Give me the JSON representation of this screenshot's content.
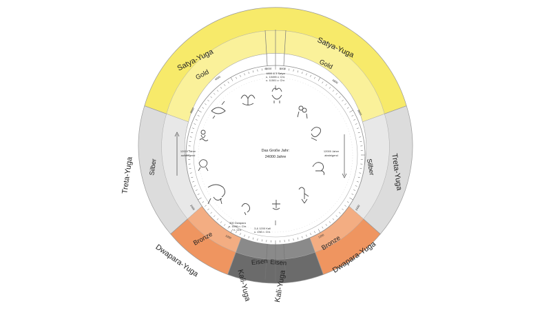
{
  "center": {
    "line1": "Das Große Jahr:",
    "line2": "24000 Jahre"
  },
  "left_note": {
    "line1": "12000 Jahre",
    "line2": "aufsteigend"
  },
  "right_note": {
    "line1": "12000 Jahre",
    "line2": "absteigend"
  },
  "top_note": {
    "line1": "4800 & 3 Satya",
    "line2": "u. 10498 v. Chr.",
    "line3": "u. 11501 v. Chr."
  },
  "bottom_left_note": {
    "line1": "300 Dwapara",
    "line2": "u. 1698 n. Chr.",
    "line3": "n. Chr."
  },
  "bottom_right_note": {
    "line1": "3 & 1200 Kali",
    "line2": "u. 498 n. Chr."
  },
  "ages": [
    {
      "name": "Satya-Yuga",
      "metal": "Gold",
      "color": "#f7ea6a",
      "metal_color": "#faf19a"
    },
    {
      "name": "Treta-Yuga",
      "metal": "Silber",
      "color": "#dcdcdc",
      "metal_color": "#e8e8e8"
    },
    {
      "name": "Dwapara-Yuga",
      "metal": "Bronze",
      "color": "#ef9560",
      "metal_color": "#f3ad82"
    },
    {
      "name": "Kali-Yuga",
      "metal": "Eisen",
      "color": "#6b6b6b",
      "metal_color": "#8a8a8a"
    }
  ],
  "scale_labels": [
    "4800",
    "4800",
    "4800",
    "3600",
    "3600",
    "2400",
    "2400",
    "1200",
    "1200",
    "4800"
  ],
  "zodiac_icons": [
    "aries-icon",
    "taurus-icon",
    "gemini-icon",
    "cancer-icon",
    "leo-icon",
    "virgo-icon",
    "libra-icon",
    "scorpio-icon",
    "sagittarius-icon",
    "capricorn-icon",
    "aquarius-icon",
    "pisces-icon"
  ]
}
